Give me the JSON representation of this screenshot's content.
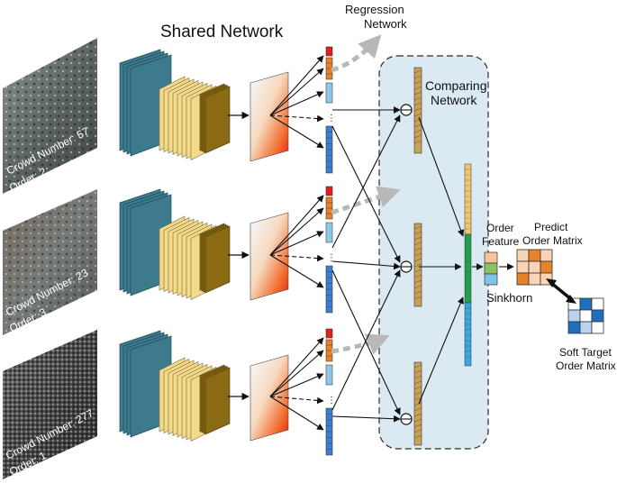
{
  "labels": {
    "shared_network": "Shared Network",
    "regression_line1": "Regression",
    "regression_line2": "Network",
    "comparing_line1": "Comparing",
    "comparing_line2": "Network",
    "order_line1": "Order",
    "order_line2": "Feature",
    "predict_line1": "Predict",
    "predict_line2": "Order Matrix",
    "sinkhorn": "Sinkhorn",
    "soft_line1": "Soft Target",
    "soft_line2": "Order Matrix"
  },
  "images": [
    {
      "crowd": "Crowd Number: 57",
      "order": "Order: 2"
    },
    {
      "crowd": "Crowd Number: 23",
      "order": "Order: 3"
    },
    {
      "crowd": "Crowd Number: 277",
      "order": "Order: 1"
    }
  ],
  "colors": {
    "blue_layer": "#3d7a8e",
    "yellow_layer": "#f3d98a",
    "brown_layer": "#8a6a12",
    "panel": "#dbeaf2",
    "regression_arrow": "#b8b8b8",
    "feature_blue": "#3c7fd0",
    "feature_orange": "#e8822a",
    "feature_green": "#22a04b",
    "feature_tan": "#c9a25a"
  },
  "matrices": {
    "predict": [
      [
        "#fbd3b5",
        "#e8822a",
        "#fbd3b5"
      ],
      [
        "#fbd3b5",
        "#fbd3b5",
        "#e8822a"
      ],
      [
        "#e8822a",
        "#fbd3b5",
        "#fbd3b5"
      ]
    ],
    "soft_target": [
      [
        "#ffffff",
        "#1f6fc0",
        "#ffffff"
      ],
      [
        "#b9d3ee",
        "#ffffff",
        "#1f6fc0"
      ],
      [
        "#1f6fc0",
        "#b9d3ee",
        "#ffffff"
      ]
    ]
  }
}
